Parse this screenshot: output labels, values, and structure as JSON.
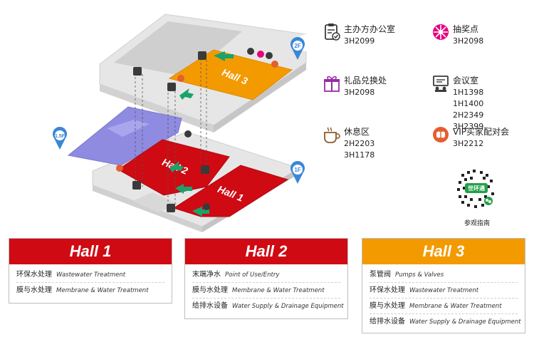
{
  "map": {
    "floors": [
      "2F",
      "1.5F",
      "1F"
    ],
    "halls": [
      "Hall 3",
      "Hall 2",
      "Hall 1"
    ],
    "colors": {
      "hall1": "#cf0a13",
      "hall2": "#cf0a13",
      "hall3": "#f39a00",
      "mezzanine": "#8e8be0",
      "floor": "#e6e6e6",
      "pin": "#3b87d6"
    }
  },
  "legend": [
    {
      "icon": "clipboard-check-icon",
      "title": "主办方办公室",
      "codes": [
        "3H2099"
      ]
    },
    {
      "icon": "raffle-wheel-icon",
      "title": "抽奖点",
      "codes": [
        "3H2098"
      ]
    },
    {
      "icon": "gift-box-icon",
      "title": "礼品兑换处",
      "codes": [
        "3H2098"
      ]
    },
    {
      "icon": "meeting-room-icon",
      "title": "会议室",
      "codes": [
        "1H1398",
        "1H1400",
        "2H2349",
        "3H2399"
      ]
    },
    {
      "icon": "coffee-cup-icon",
      "title": "休息区",
      "codes": [
        "2H2203",
        "3H1178"
      ]
    },
    {
      "icon": "vip-handshake-icon",
      "title": "VIP买家配对会",
      "codes": [
        "3H2212"
      ]
    }
  ],
  "qr": {
    "brand": "世环通",
    "label": "参观指南"
  },
  "halls": [
    {
      "title": "Hall 1",
      "color": "#cf0a13",
      "rows": [
        {
          "zh": "环保水处理",
          "en": "Wastewater Treatment"
        },
        {
          "zh": "膜与水处理",
          "en": "Membrane & Water Treatment"
        }
      ]
    },
    {
      "title": "Hall 2",
      "color": "#cf0a13",
      "rows": [
        {
          "zh": "末端净水",
          "en": "Point of Use/Entry"
        },
        {
          "zh": "膜与水处理",
          "en": "Membrane & Water Treatment"
        },
        {
          "zh": "给排水设备",
          "en": "Water Supply & Drainage Equipment"
        }
      ]
    },
    {
      "title": "Hall 3",
      "color": "#f39a00",
      "rows": [
        {
          "zh": "泵管阀",
          "en": "Pumps & Valves"
        },
        {
          "zh": "环保水处理",
          "en": "Wastewater Treatment"
        },
        {
          "zh": "膜与水处理",
          "en": "Membrane & Water Treatment"
        },
        {
          "zh": "给排水设备",
          "en": "Water Supply & Drainage Equipment"
        }
      ]
    }
  ]
}
